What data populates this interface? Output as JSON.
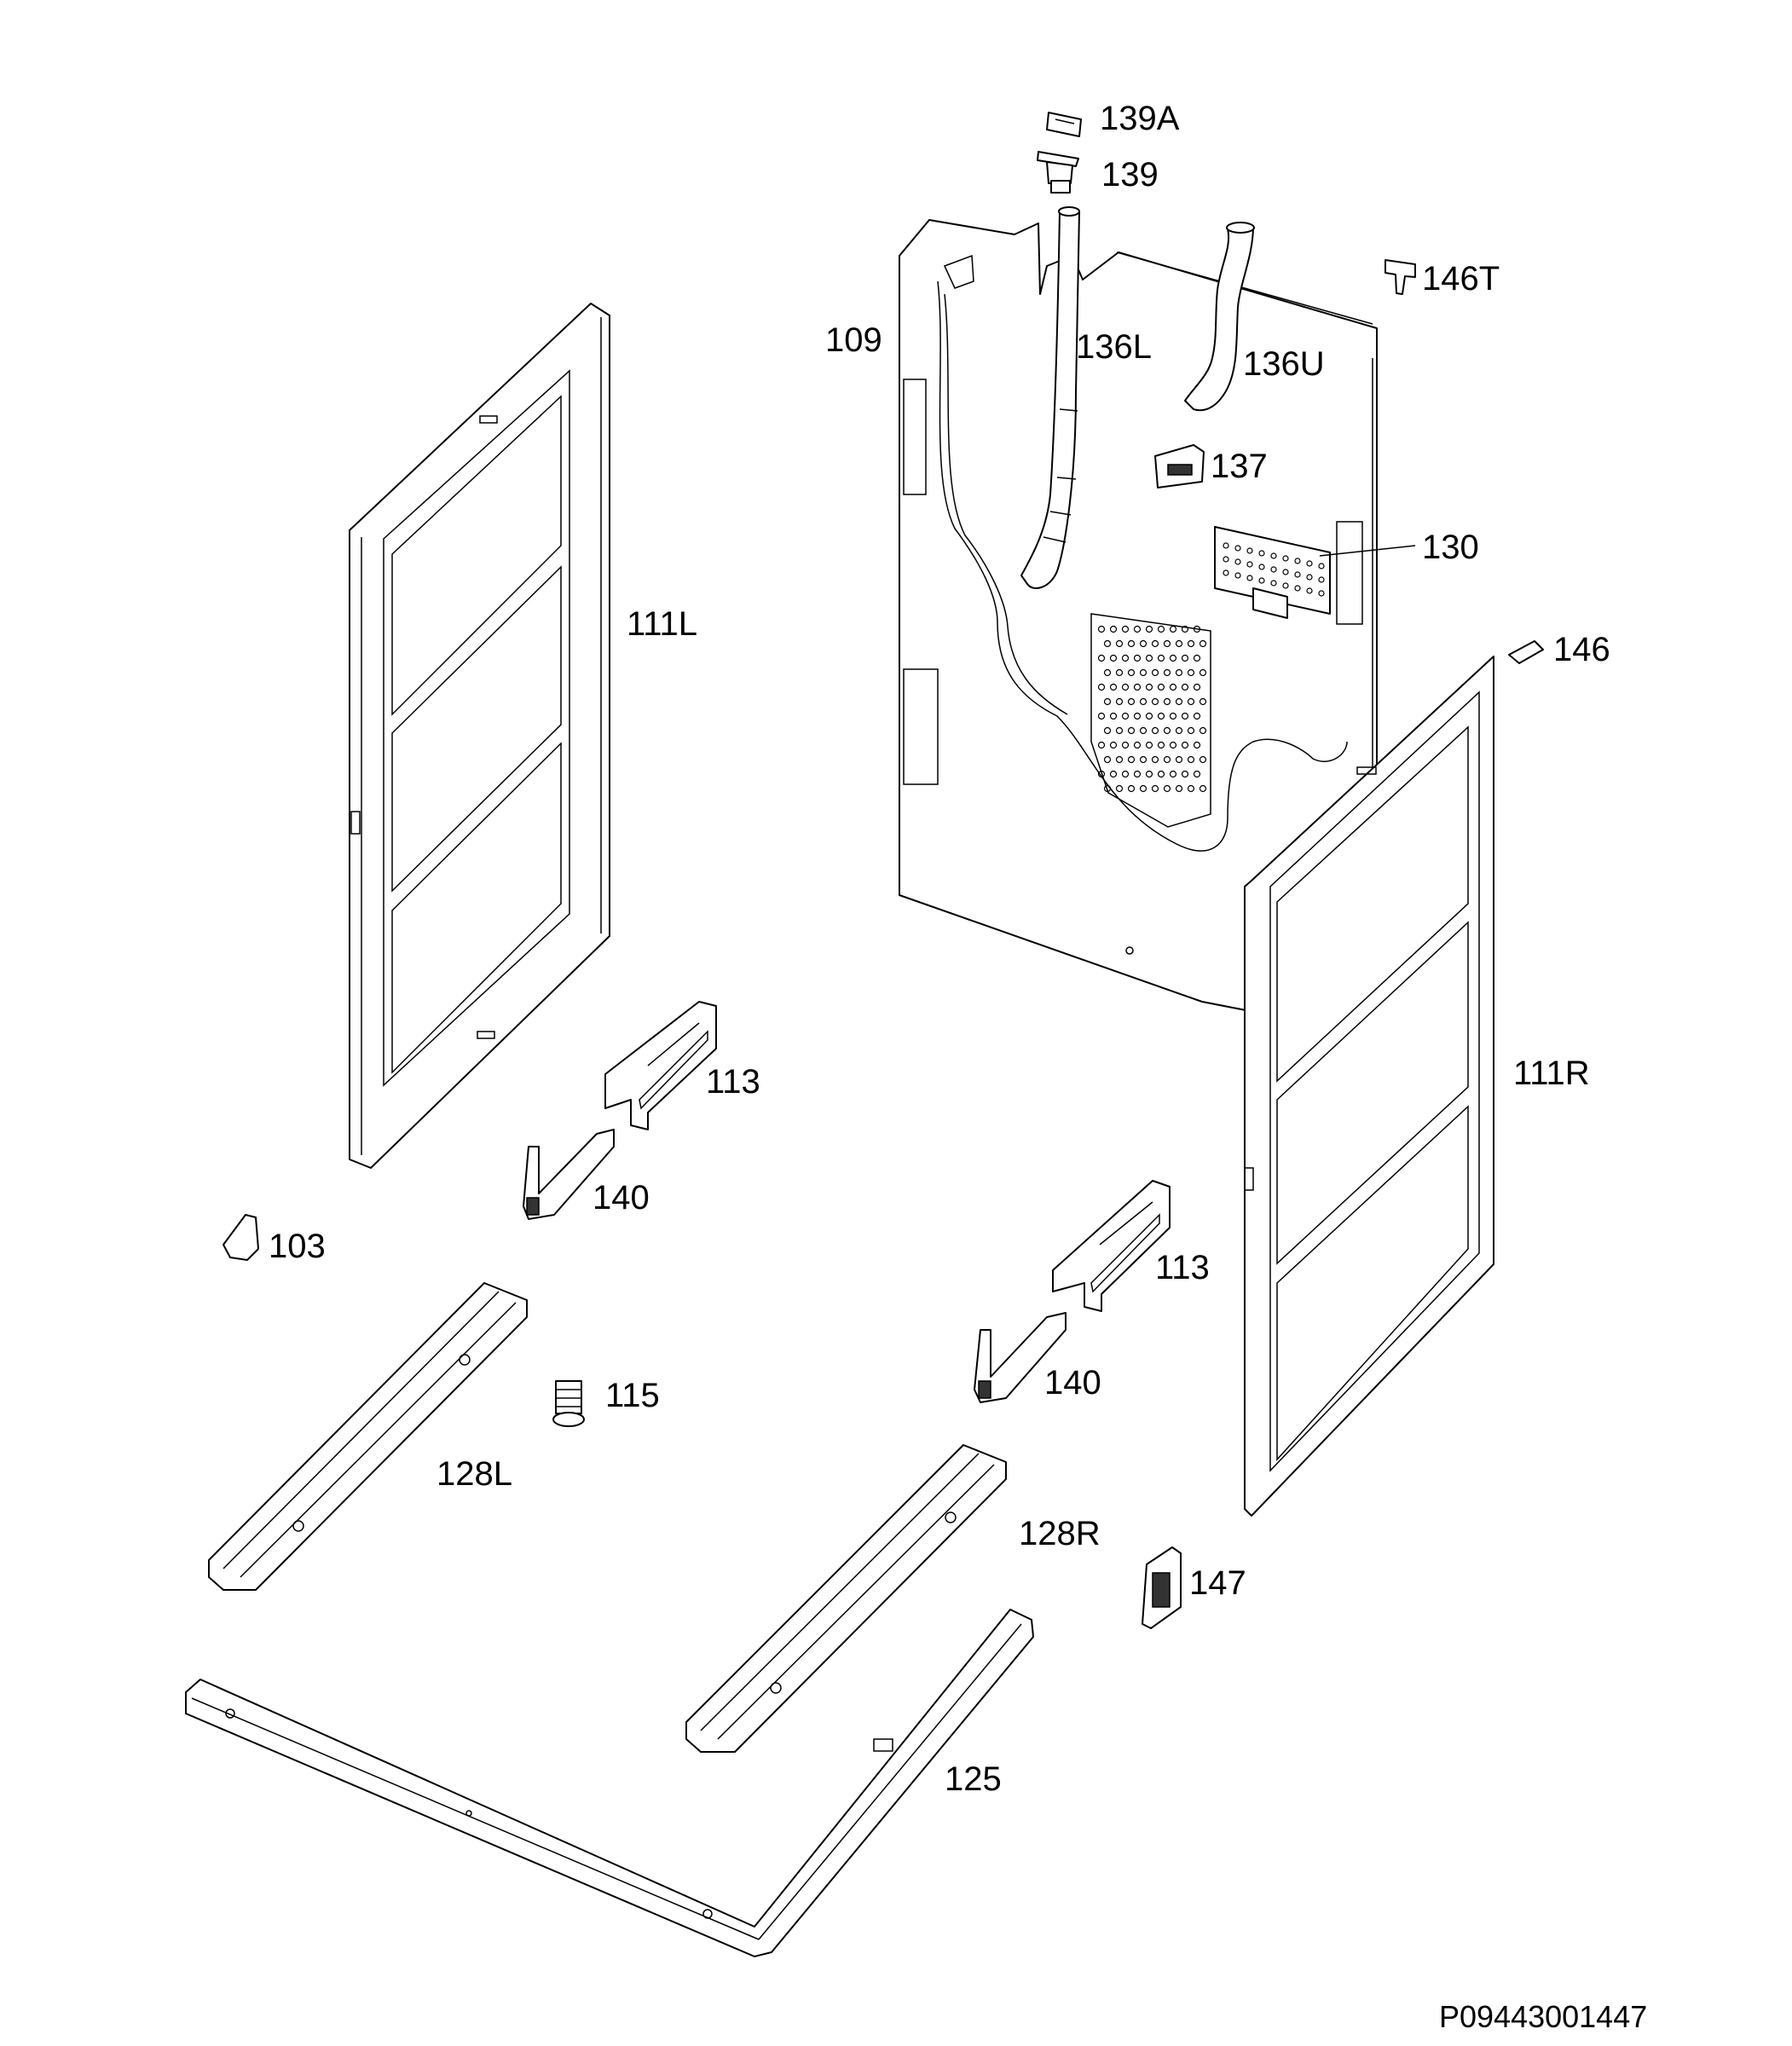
{
  "diagram": {
    "part_labels": {
      "p139A": "139A",
      "p139": "139",
      "p146T": "146T",
      "p109": "109",
      "p136L": "136L",
      "p136U": "136U",
      "p137": "137",
      "p130": "130",
      "p111L": "111L",
      "p146": "146",
      "p113a": "113",
      "p113b": "113",
      "p111R": "111R",
      "p140a": "140",
      "p140b": "140",
      "p103": "103",
      "p115": "115",
      "p128L": "128L",
      "p128R": "128R",
      "p147": "147",
      "p125": "125"
    },
    "drawing_code": "P09443001447"
  }
}
